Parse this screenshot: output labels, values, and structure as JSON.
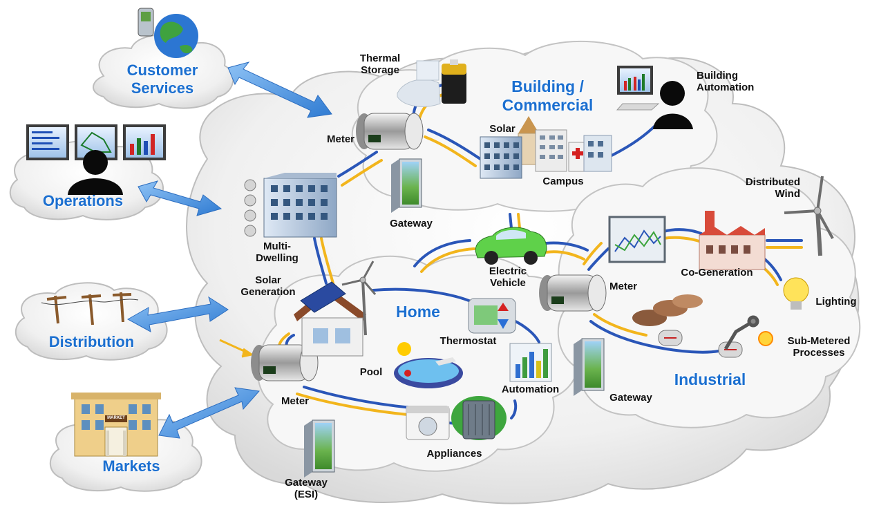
{
  "external_domains": {
    "customer_services": "Customer\nServices",
    "operations": "Operations",
    "distribution": "Distribution",
    "markets": "Markets",
    "markets_sign": "MARKET"
  },
  "zones": {
    "building_commercial": "Building /\nCommercial",
    "home": "Home",
    "industrial": "Industrial"
  },
  "building_commercial": {
    "thermal_storage": "Thermal\nStorage",
    "meter": "Meter",
    "solar": "Solar",
    "campus": "Campus",
    "building_automation": "Building\nAutomation",
    "gateway": "Gateway"
  },
  "home": {
    "multi_dwelling": "Multi-\nDwelling",
    "solar_generation": "Solar\nGeneration",
    "thermostat": "Thermostat",
    "pool": "Pool",
    "automation": "Automation",
    "meter": "Meter",
    "appliances": "Appliances",
    "gateway_esi": "Gateway\n(ESI)"
  },
  "shared": {
    "electric_vehicle": "Electric\nVehicle"
  },
  "industrial": {
    "distributed_wind": "Distributed\nWind",
    "meter": "Meter",
    "co_generation": "Co-Generation",
    "lighting": "Lighting",
    "sub_metered_processes": "Sub-Metered\nProcesses",
    "gateway": "Gateway"
  },
  "colors": {
    "zone_text": "#1b6fd0",
    "arrow_blue": "#4a90dd",
    "link_blue": "#2a56b8",
    "link_yellow": "#f2b51c",
    "cloud_fill": "#f1f1f1",
    "cloud_edge": "#b9b9b9"
  }
}
